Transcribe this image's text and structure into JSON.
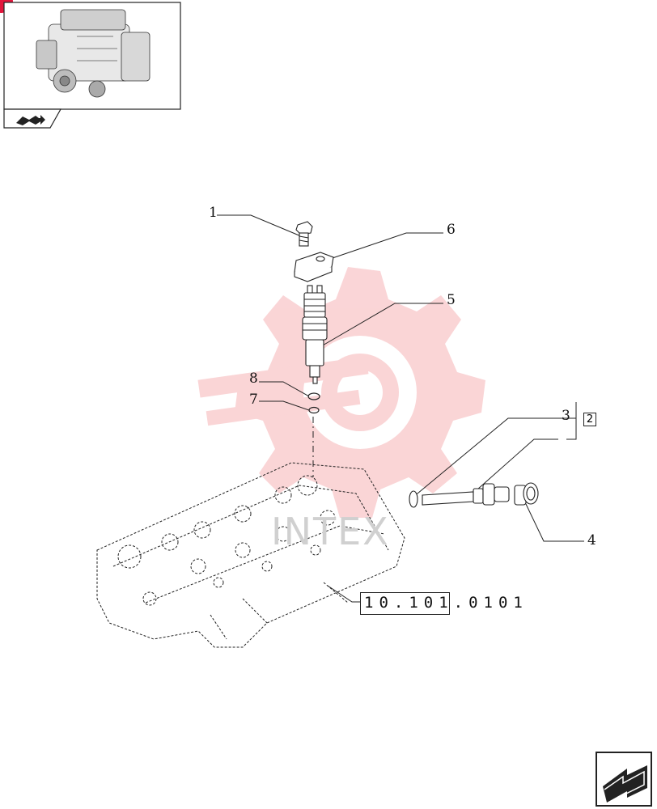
{
  "callouts": {
    "c1": "1",
    "c2": "2",
    "c3": "3",
    "c4": "4",
    "c5": "5",
    "c6": "6",
    "c7": "7",
    "c8": "8"
  },
  "reference": "10.101.0101",
  "watermark": "INTEX",
  "colors": {
    "watermark_red": "#f5b5b8",
    "badge_red": "#e3163c",
    "line": "#222222"
  },
  "icons": {
    "thumbnail": "engine-thumbnail",
    "nav_small": "book-arrow-icon",
    "nav_next": "next-page-arrow-icon"
  }
}
